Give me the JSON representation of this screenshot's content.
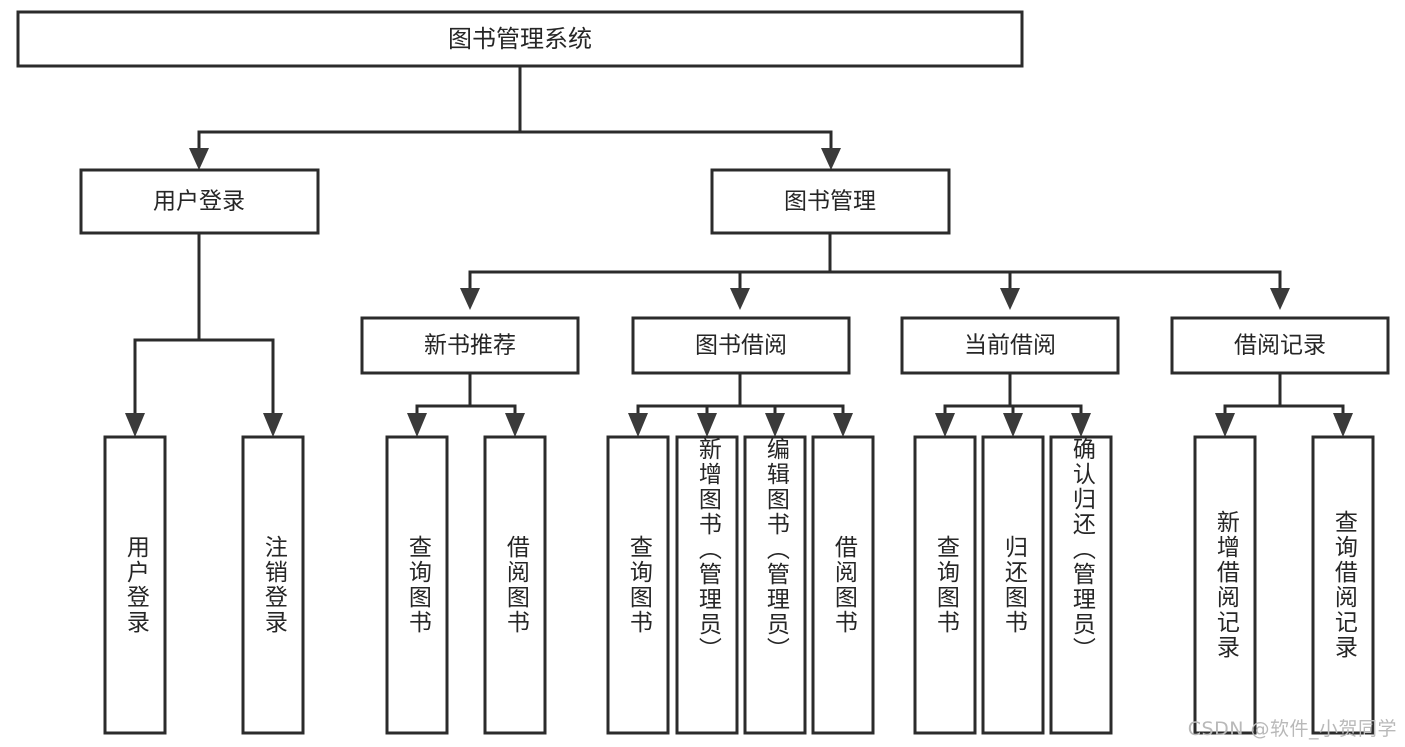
{
  "diagram": {
    "title": "图书管理系统",
    "type": "tree",
    "watermark": "CSDN @软件_小贺同学",
    "nodes": {
      "root": {
        "label": "图书管理系统",
        "orientation": "horizontal"
      },
      "level1": [
        {
          "id": "user-login",
          "label": "用户登录",
          "orientation": "horizontal"
        },
        {
          "id": "book-manage",
          "label": "图书管理",
          "orientation": "horizontal"
        }
      ],
      "level2": [
        {
          "id": "new-book-recommend",
          "label": "新书推荐",
          "orientation": "horizontal",
          "parent": "book-manage"
        },
        {
          "id": "book-borrow",
          "label": "图书借阅",
          "orientation": "horizontal",
          "parent": "book-manage"
        },
        {
          "id": "current-borrow",
          "label": "当前借阅",
          "orientation": "horizontal",
          "parent": "book-manage"
        },
        {
          "id": "borrow-record",
          "label": "借阅记录",
          "orientation": "horizontal",
          "parent": "book-manage"
        }
      ],
      "leaves": [
        {
          "id": "leaf-user-login",
          "label": "用户登录",
          "orientation": "vertical",
          "parent": "user-login"
        },
        {
          "id": "leaf-user-logout",
          "label": "注销登录",
          "orientation": "vertical",
          "parent": "user-login"
        },
        {
          "id": "leaf-query-book-1",
          "label": "查询图书",
          "orientation": "vertical",
          "parent": "new-book-recommend"
        },
        {
          "id": "leaf-borrow-book-1",
          "label": "借阅图书",
          "orientation": "vertical",
          "parent": "new-book-recommend"
        },
        {
          "id": "leaf-query-book-2",
          "label": "查询图书",
          "orientation": "vertical",
          "parent": "book-borrow"
        },
        {
          "id": "leaf-add-book",
          "label": "新增图书（管理员）",
          "orientation": "vertical",
          "parent": "book-borrow"
        },
        {
          "id": "leaf-edit-book",
          "label": "编辑图书（管理员）",
          "orientation": "vertical",
          "parent": "book-borrow"
        },
        {
          "id": "leaf-borrow-book-2",
          "label": "借阅图书",
          "orientation": "vertical",
          "parent": "book-borrow"
        },
        {
          "id": "leaf-query-book-3",
          "label": "查询图书",
          "orientation": "vertical",
          "parent": "current-borrow"
        },
        {
          "id": "leaf-return-book",
          "label": "归还图书",
          "orientation": "vertical",
          "parent": "current-borrow"
        },
        {
          "id": "leaf-confirm-return",
          "label": "确认归还（管理员）",
          "orientation": "vertical",
          "parent": "current-borrow"
        },
        {
          "id": "leaf-add-record",
          "label": "新增借阅记录",
          "orientation": "vertical",
          "parent": "borrow-record"
        },
        {
          "id": "leaf-query-record",
          "label": "查询借阅记录",
          "orientation": "vertical",
          "parent": "borrow-record"
        }
      ]
    },
    "colors": {
      "box_stroke": "#2b2b2b",
      "box_fill": "#ffffff",
      "connector": "#2b2b2b",
      "text": "#262626",
      "watermark": "#b9b9b9",
      "background": "#ffffff"
    }
  }
}
